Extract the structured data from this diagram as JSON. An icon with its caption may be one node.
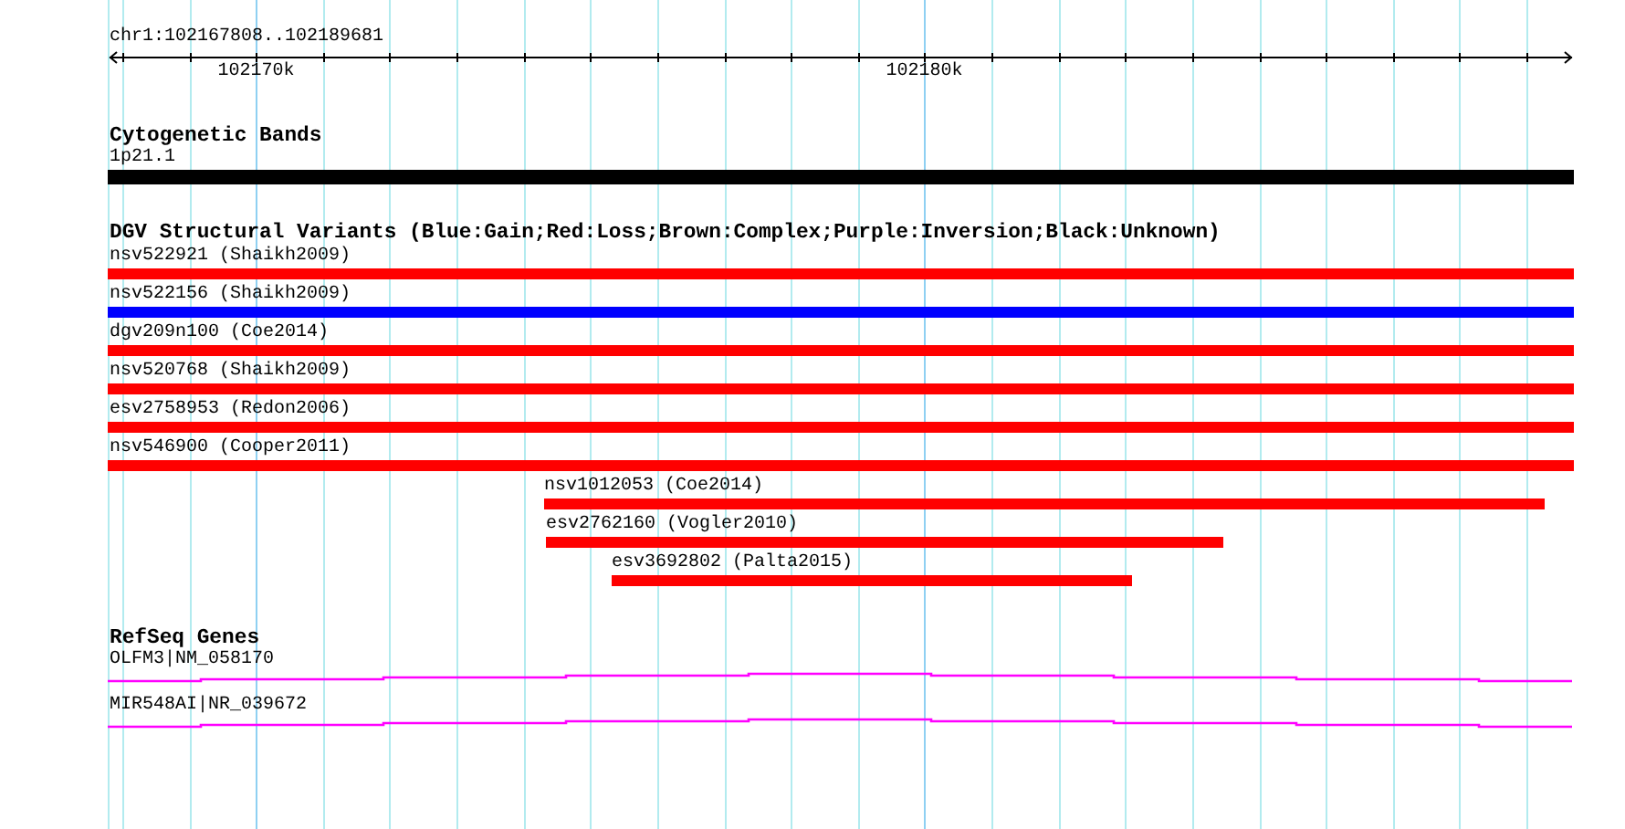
{
  "diagram": {
    "title": "chr1:102167808..102189681",
    "nodes": [
      {
        "text": [
          "1p21.1"
        ]
      },
      {
        "text": [
          "nsv522921 (Shaikh2009)"
        ]
      },
      {
        "text": [
          "nsv522156 (Shaikh2009)"
        ]
      },
      {
        "text": [
          "dgv209n100 (Coe2014)"
        ]
      },
      {
        "text": [
          "nsv520768 (Shaikh2009)"
        ]
      },
      {
        "text": [
          "esv2758953 (Redon2006)"
        ]
      },
      {
        "text": [
          "nsv546900 (Cooper2011)"
        ]
      },
      {
        "text": [
          "nsv1012053 (Coe2014)"
        ]
      },
      {
        "text": [
          "esv2762160 (Vogler2010)"
        ]
      },
      {
        "text": [
          "esv3692802 (Palta2015)"
        ]
      },
      {
        "text": [
          "OLFM3|NM_058170"
        ]
      },
      {
        "text": [
          "MIR548AI|NR_039672"
        ]
      }
    ],
    "labels": [
      "102170k",
      "102180k",
      "Cytogenetic Bands",
      "DGV Structural Variants (Blue:Gain;Red:Loss;Brown:Complex;Purple:Inversion;Black:Unknown)",
      "RefSeq Genes"
    ]
  }
}
